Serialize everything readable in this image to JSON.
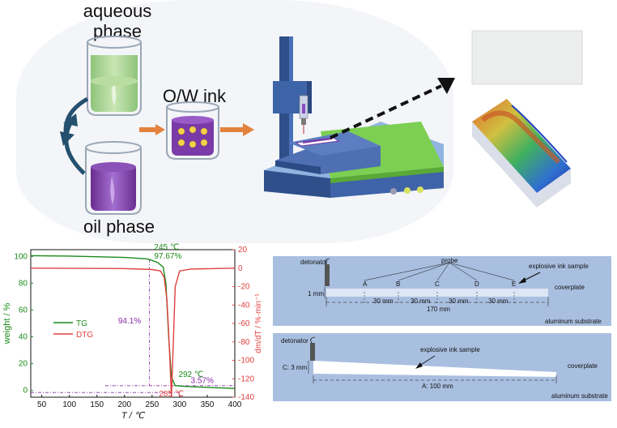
{
  "schematic": {
    "aqueous_line1": "aqueous",
    "aqueous_line2": "phase",
    "ink_label": "O/W ink",
    "oil_label": "oil phase"
  },
  "chart_data": {
    "type": "line",
    "xlabel": "T / ℃",
    "ylabel_left": "weight / %",
    "ylabel_right": "dm/dT / %·min⁻¹",
    "xlim": [
      30,
      400
    ],
    "ylim_left": [
      -5,
      105
    ],
    "ylim_right": [
      -140,
      20
    ],
    "x_ticks": [
      "50",
      "100",
      "150",
      "200",
      "250",
      "300",
      "350",
      "400"
    ],
    "y_left_ticks": [
      "0",
      "20",
      "40",
      "60",
      "80",
      "100"
    ],
    "y_right_ticks": [
      "20",
      "0",
      "-20",
      "-40",
      "-60",
      "-80",
      "-100",
      "-120",
      "-140"
    ],
    "legend": [
      "TG",
      "DTG"
    ],
    "series": [
      {
        "name": "TG",
        "color": "#1a8a1a",
        "axis": "left",
        "x": [
          30,
          100,
          200,
          240,
          245,
          260,
          270,
          275,
          280,
          285,
          292,
          320,
          400
        ],
        "y": [
          100.5,
          100.2,
          99.2,
          98.2,
          97.67,
          95.5,
          92,
          80,
          40,
          10,
          3.57,
          2.8,
          1.5
        ]
      },
      {
        "name": "DTG",
        "color": "#e04040",
        "axis": "right",
        "x": [
          30,
          200,
          250,
          265,
          272,
          277,
          280,
          283,
          285,
          288,
          292,
          300,
          320,
          400
        ],
        "y": [
          0,
          -0.5,
          -1.5,
          -3,
          -10,
          -35,
          -70,
          -110,
          -140,
          -90,
          -20,
          -3,
          -1,
          0
        ]
      }
    ],
    "annotations": [
      "245 ℃",
      "97.67%",
      "94.1%",
      "292 ℃",
      "3.57%",
      "285 ℃"
    ]
  },
  "test1": {
    "detonator": "detonator",
    "probe": "probe",
    "sample": "explosive ink sample",
    "coverplate": "coverplate",
    "thickness": "1 mm",
    "points": [
      "A",
      "B",
      "C",
      "D",
      "E"
    ],
    "seg": [
      "30 mm",
      "30 mm",
      "30 mm",
      "30 mm"
    ],
    "total": "170 mm",
    "substrate": "aluminum substrate"
  },
  "test2": {
    "detonator": "detonator",
    "sample": "explosive ink sample",
    "coverplate": "coverplate",
    "thickness": "C: 3 mm",
    "length": "A: 100 mm",
    "substrate": "aluminum substrate"
  }
}
